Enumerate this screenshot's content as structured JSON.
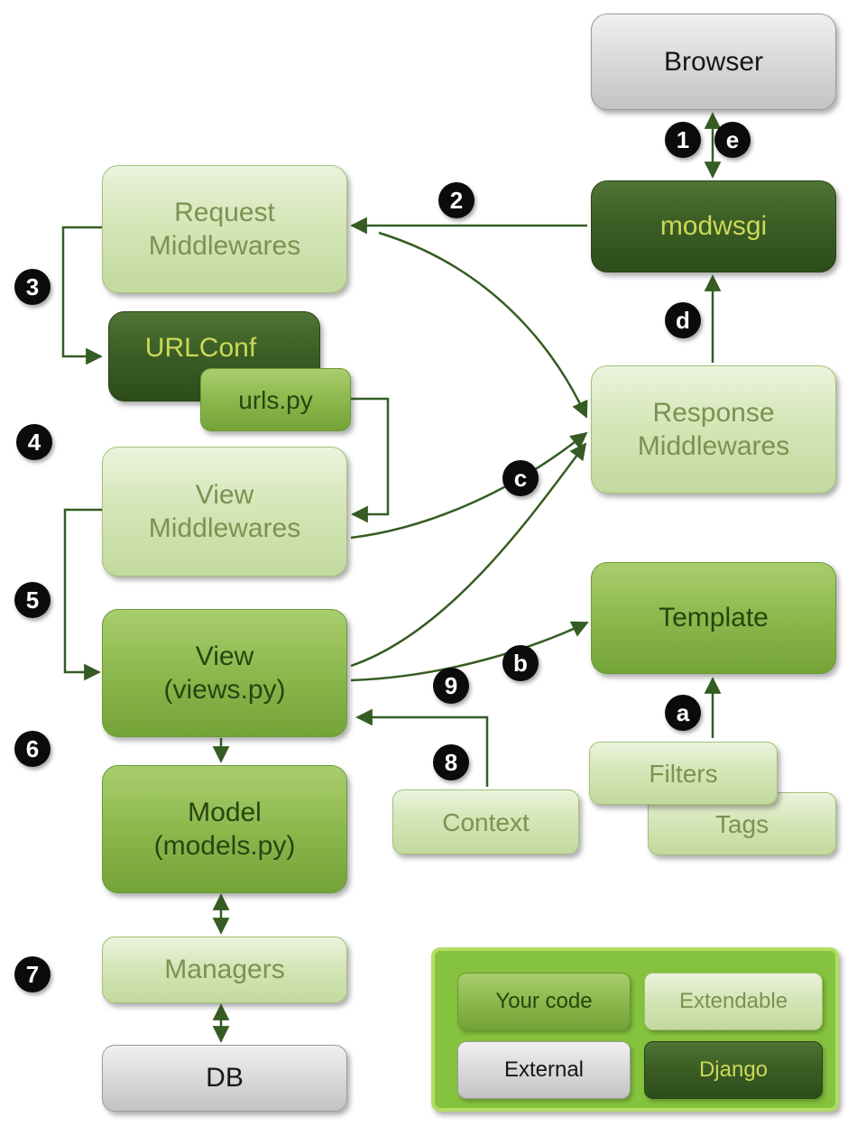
{
  "nodes": {
    "browser": {
      "label": "Browser"
    },
    "modwsgi": {
      "label": "modwsgi"
    },
    "request_middlewares": {
      "label": "Request\nMiddlewares"
    },
    "urlconf": {
      "label": "URLConf"
    },
    "urls_py": {
      "label": "urls.py"
    },
    "view_middlewares": {
      "label": "View\nMiddlewares"
    },
    "view": {
      "label": "View\n(views.py)"
    },
    "model": {
      "label": "Model\n(models.py)"
    },
    "managers": {
      "label": "Managers"
    },
    "db": {
      "label": "DB"
    },
    "response_middlewares": {
      "label": "Response\nMiddlewares"
    },
    "template": {
      "label": "Template"
    },
    "filters": {
      "label": "Filters"
    },
    "tags": {
      "label": "Tags"
    },
    "context": {
      "label": "Context"
    }
  },
  "badges": {
    "n1": "1",
    "n2": "2",
    "n3": "3",
    "n4": "4",
    "n5": "5",
    "n6": "6",
    "n7": "7",
    "n8": "8",
    "n9": "9",
    "la": "a",
    "lb": "b",
    "lc": "c",
    "ld": "d",
    "le": "e"
  },
  "legend": {
    "your_code": "Your code",
    "extendable": "Extendable",
    "external": "External",
    "django": "Django"
  },
  "colors": {
    "your_code_fill": "#8cb84d",
    "extendable_fill": "#d5e6b8",
    "external_fill": "#d9d9d9",
    "django_fill": "#2c4d1a",
    "legend_background": "#85c33e",
    "arrow": "#355c22",
    "badge_background": "#0b0b0b"
  }
}
